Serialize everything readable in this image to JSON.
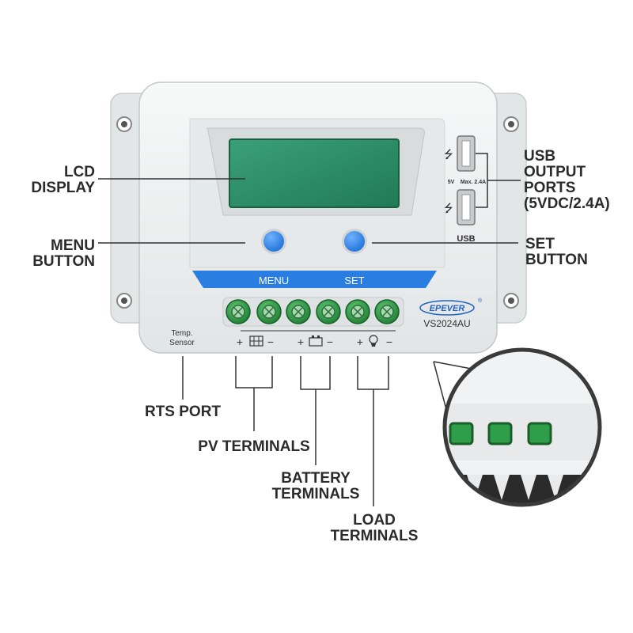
{
  "device": {
    "brand": "EPEVER",
    "brand_mark": "®",
    "model": "VS2024AU",
    "panel_labels": {
      "menu": "MENU",
      "set": "SET"
    },
    "temp_sensor": [
      "Temp.",
      "Sensor"
    ],
    "usb_specs": {
      "voltage": "5V",
      "max": "Max. 2.4A",
      "label": "USB"
    },
    "terminal_signs": {
      "plus": "+",
      "minus": "−"
    }
  },
  "callouts": {
    "lcd": [
      "LCD",
      "DISPLAY"
    ],
    "menu": [
      "MENU",
      "BUTTON"
    ],
    "usb": [
      "USB",
      "OUTPUT",
      "PORTS",
      "(5VDC/2.4A)"
    ],
    "set": [
      "SET",
      "BUTTON"
    ],
    "rts": "RTS PORT",
    "pv": "PV TERMINALS",
    "battery": [
      "BATTERY",
      "TERMINALS"
    ],
    "load": [
      "LOAD",
      "TERMINALS"
    ]
  },
  "colors": {
    "body": "#eef0f1",
    "lcd": "#2c8f6a",
    "button": "#2a7de1",
    "band": "#2a7de1",
    "terminal": "#2f9e4a",
    "brand": "#1f63c2"
  }
}
